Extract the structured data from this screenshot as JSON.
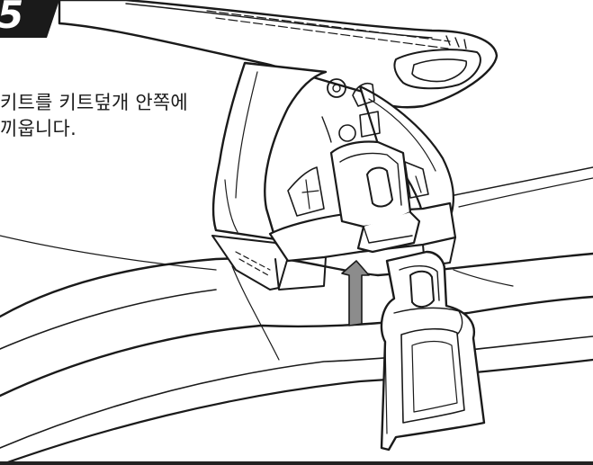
{
  "step": {
    "number": "5"
  },
  "instruction": {
    "line1": "키트를 키트덮개 안쪽에",
    "line2": "끼웁니다."
  },
  "colors": {
    "ink": "#1a1a1a",
    "arrow": "#8c8c8c",
    "badge": "#1a1a1a"
  },
  "icons": {
    "direction": "arrow-up-icon"
  }
}
